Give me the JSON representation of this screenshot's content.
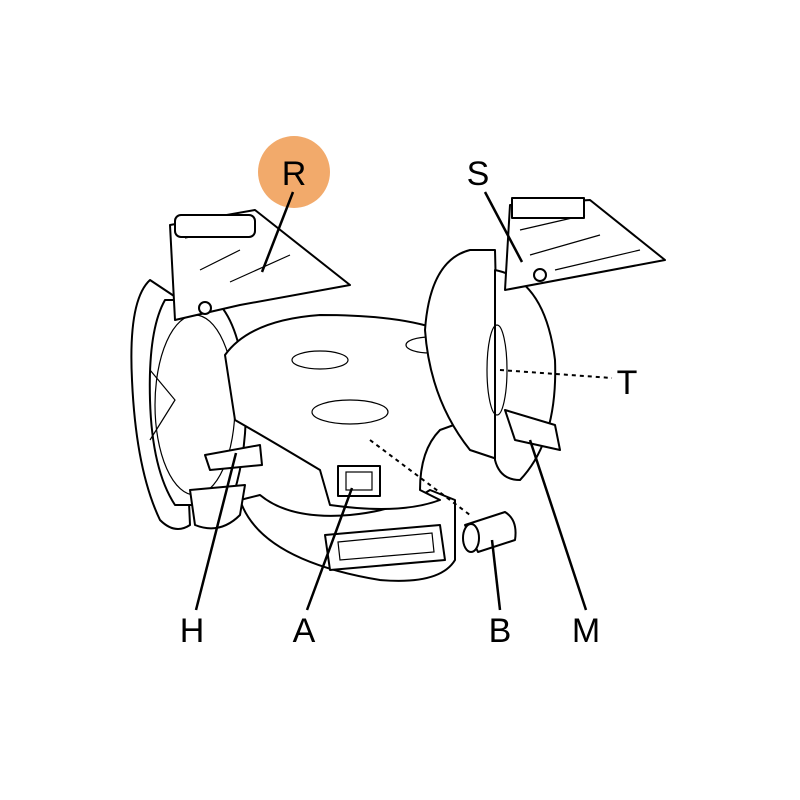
{
  "diagram": {
    "highlight_color": "#F2AA6B",
    "labels": {
      "R": "R",
      "S": "S",
      "T": "T",
      "H": "H",
      "A": "A",
      "B": "B",
      "M": "M"
    }
  }
}
